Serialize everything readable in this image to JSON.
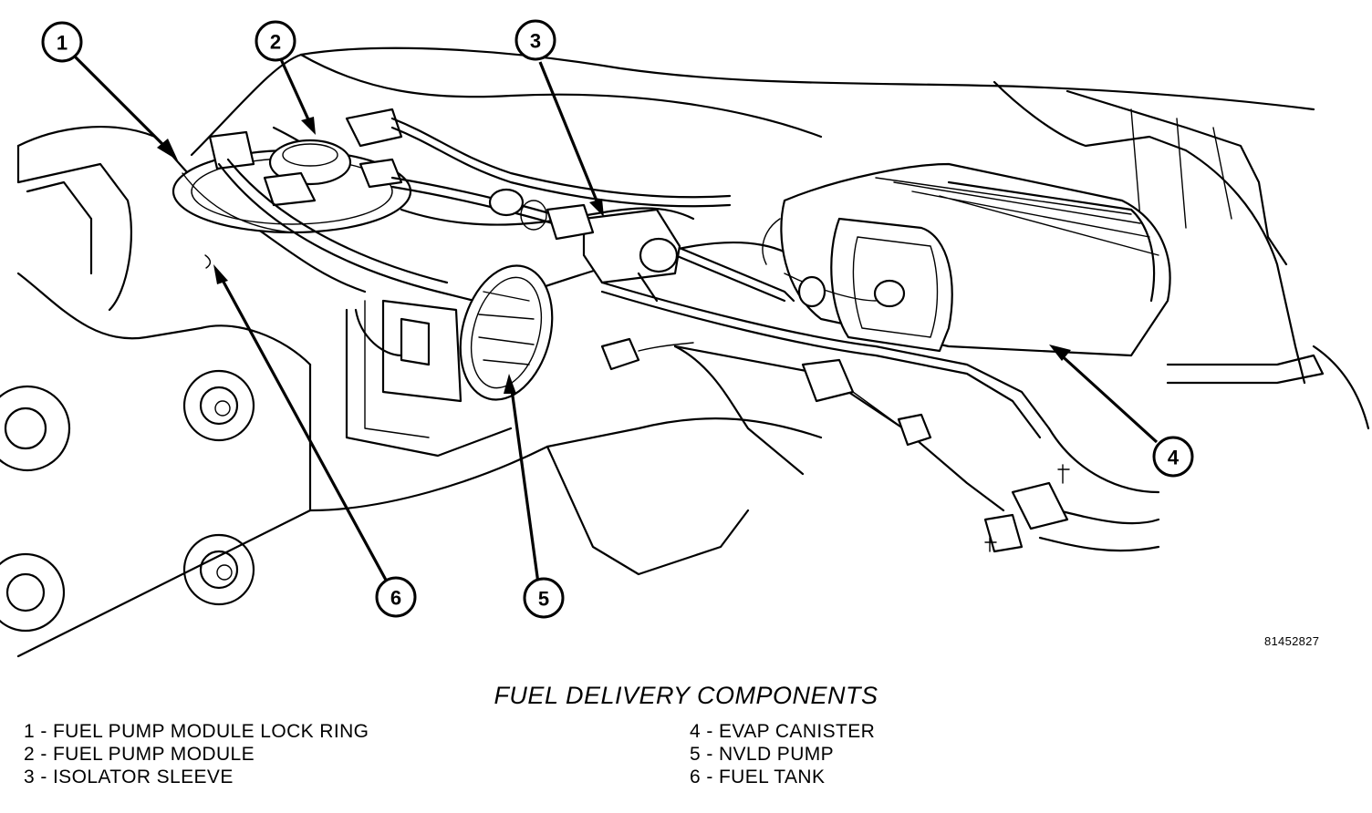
{
  "figure": {
    "id": "81452827",
    "caption": "FUEL DELIVERY COMPONENTS"
  },
  "callouts": [
    {
      "number": "1"
    },
    {
      "number": "2"
    },
    {
      "number": "3"
    },
    {
      "number": "4"
    },
    {
      "number": "5"
    },
    {
      "number": "6"
    }
  ],
  "legend": [
    {
      "label": "1 - FUEL PUMP MODULE LOCK RING"
    },
    {
      "label": "2 - FUEL PUMP MODULE"
    },
    {
      "label": "3 - ISOLATOR SLEEVE"
    },
    {
      "label": "4 - EVAP CANISTER"
    },
    {
      "label": "5 - NVLD PUMP"
    },
    {
      "label": "6 - FUEL TANK"
    }
  ]
}
